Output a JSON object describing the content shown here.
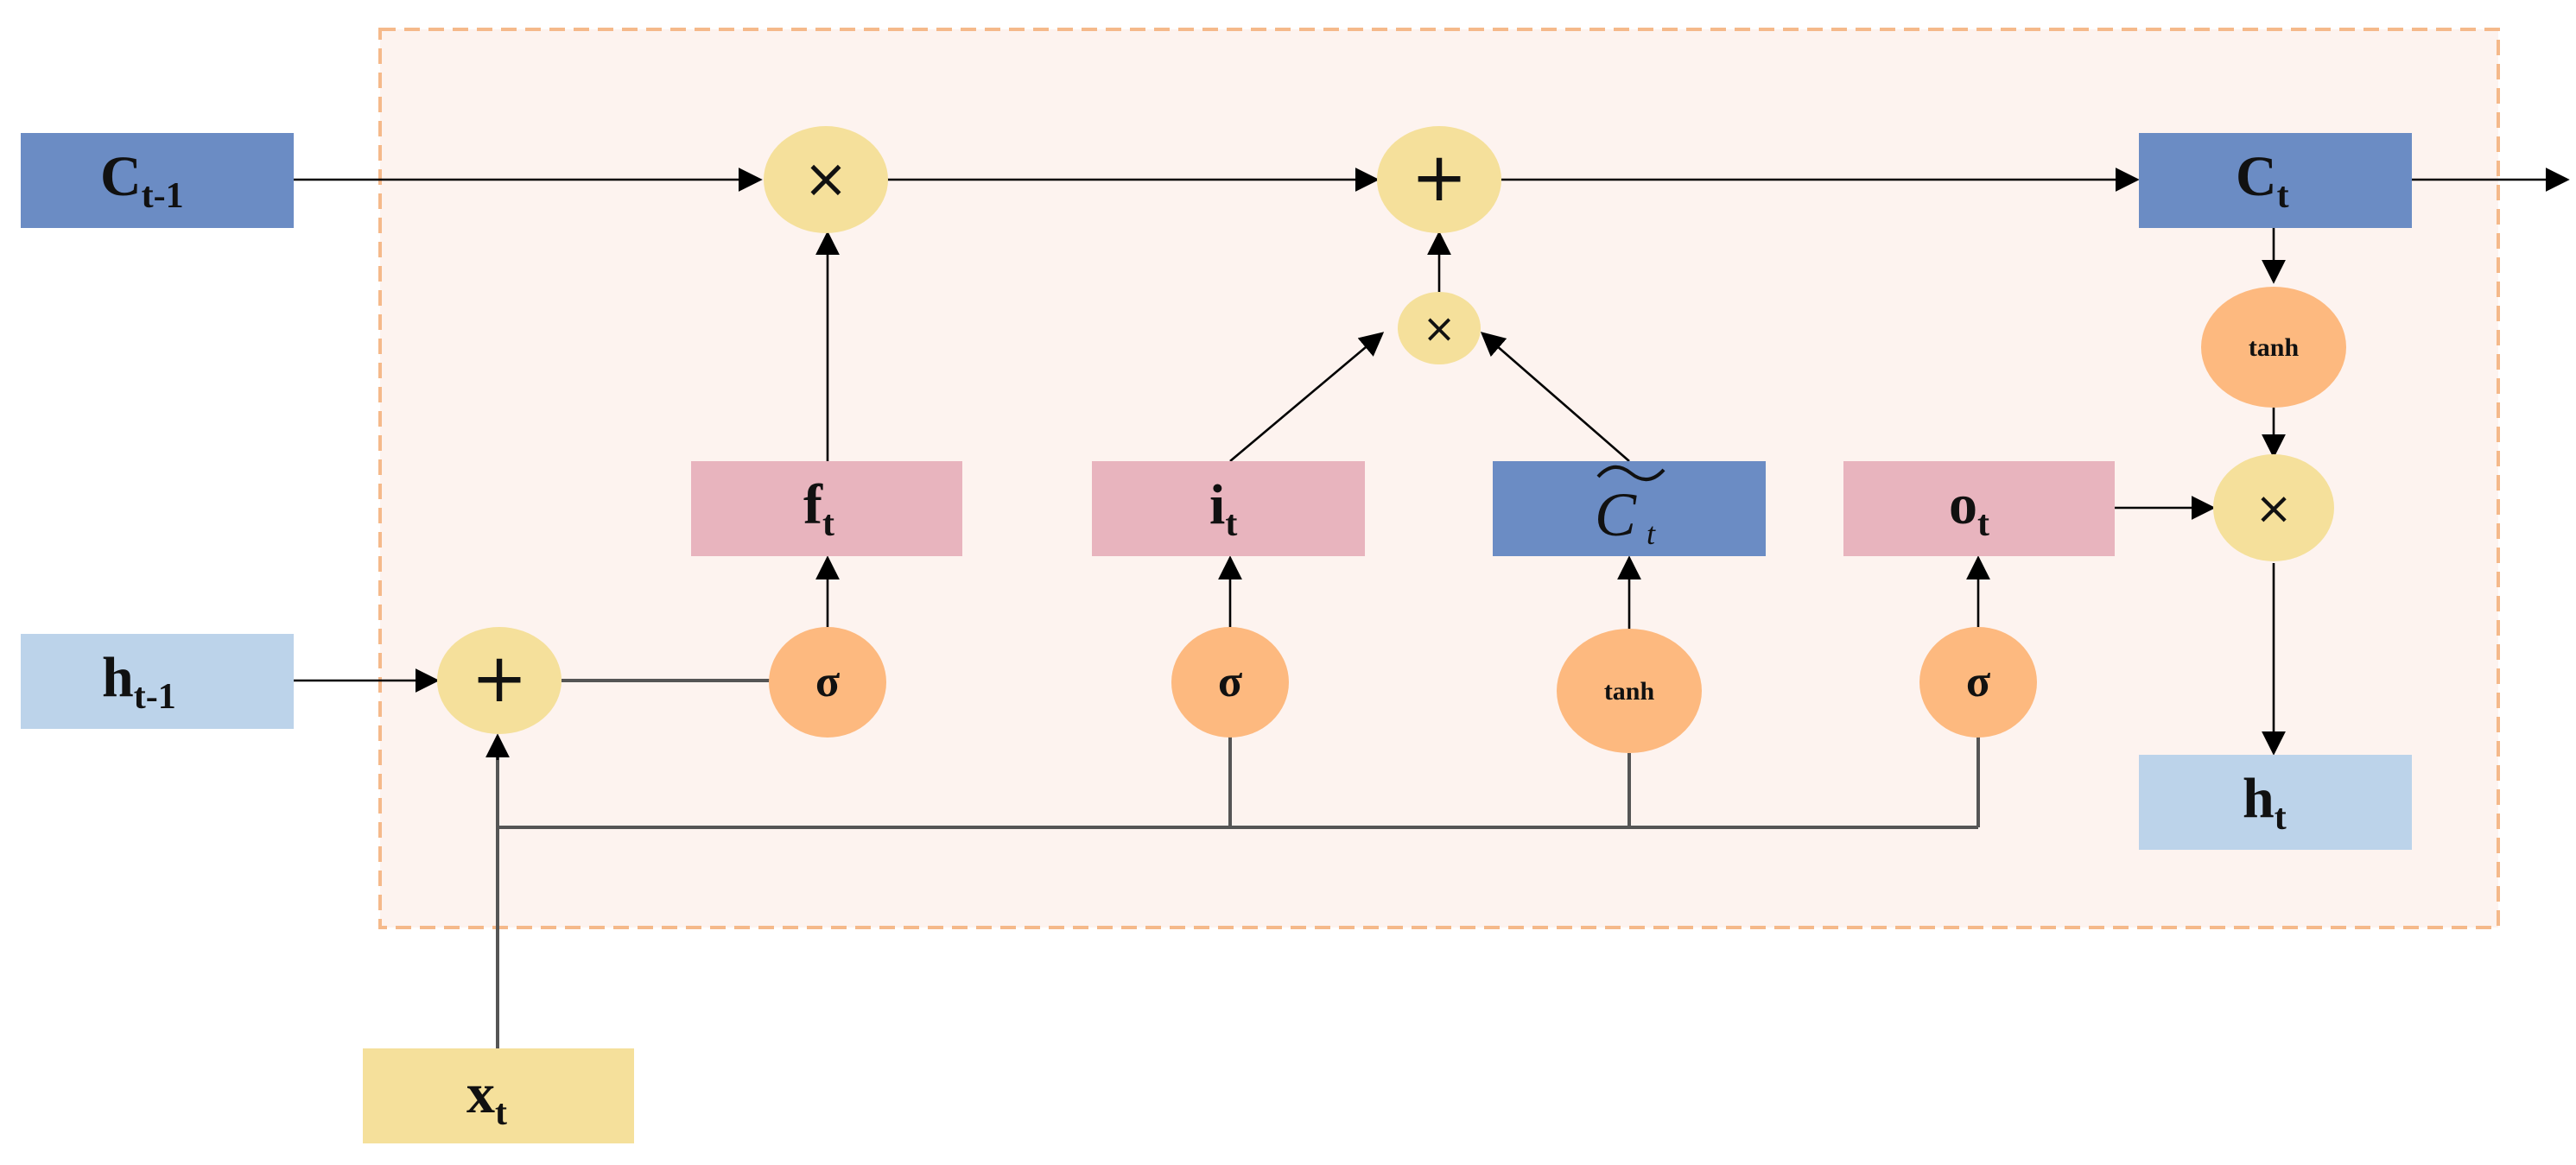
{
  "colors": {
    "cell_box": "#6b8cc4",
    "hidden_box": "#bcd3ea",
    "gate_box": "#e8b4be",
    "input_box": "#f5e09b",
    "op_circle": "#f5e09b",
    "act_circle": "#fdb97f",
    "frame_fill": "#fdf3ef",
    "frame_stroke": "#f5b98a"
  },
  "boxes": {
    "c_prev": {
      "main": "C",
      "sub": "t-1"
    },
    "h_prev": {
      "main": "h",
      "sub": "t-1"
    },
    "x_t": {
      "main": "x",
      "sub": "t"
    },
    "f_t": {
      "main": "f",
      "sub": "t"
    },
    "i_t": {
      "main": "i",
      "sub": "t"
    },
    "c_tilde": {
      "main": "C",
      "sub": "t"
    },
    "o_t": {
      "main": "o",
      "sub": "t"
    },
    "c_t": {
      "main": "C",
      "sub": "t"
    },
    "h_t": {
      "main": "h",
      "sub": "t"
    }
  },
  "operators": {
    "multiply_forget": "×",
    "add_cell": "+",
    "multiply_input": "×",
    "multiply_output": "×",
    "add_input": "+"
  },
  "activations": {
    "sigma_f": "σ",
    "sigma_i": "σ",
    "tanh_c": "tanh",
    "sigma_o": "σ",
    "tanh_out": "tanh"
  }
}
